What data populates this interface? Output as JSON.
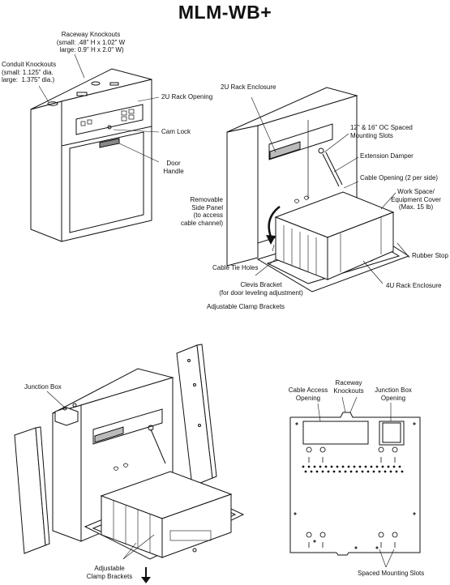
{
  "title": "MLM-WB+",
  "fig1": {
    "raceway_knockouts": "Raceway Knockouts\n(small: .48\" H x 1.02\" W\n large: 0.9\" H x 2.0\" W)",
    "conduit_knockouts": "Conduit Knockouts\n(small: 1.125\" dia.\nlarge:  1.375\" dia.)",
    "rack_opening": "2U Rack Opening",
    "cam_lock": "Cam Lock",
    "door_handle": "Door\nHandle"
  },
  "fig2": {
    "rack_enclosure_2u": "2U Rack Enclosure",
    "mounting_slots": "12\" & 16\" OC Spaced\nMounting Slots",
    "extension_damper": "Extension Damper",
    "cable_opening": "Cable Opening (2 per side)",
    "work_space": "Work Space/\nEquipment Cover\n(Max. 15 lb)",
    "removable_panel": "Removable\nSide Panel\n(to access\ncable channel)",
    "rubber_stop": "Rubber Stop",
    "cable_tie_holes": "Cable Tie Holes",
    "clevis_bracket": "Clevis Bracket\n(for door leveling adjustment)",
    "rack_enclosure_4u": "4U Rack Enclosure",
    "clamp_brackets": "Adjustable Clamp Brackets"
  },
  "fig3": {
    "junction_box": "Junction Box",
    "clamp_brackets": "Adjustable\nClamp Brackets"
  },
  "fig4": {
    "raceway_knockouts": "Raceway\nKnockouts",
    "cable_access": "Cable Access\nOpening",
    "junction_box_opening": "Junction Box\nOpening",
    "spaced_slots": "Spaced Mounting Slots"
  }
}
